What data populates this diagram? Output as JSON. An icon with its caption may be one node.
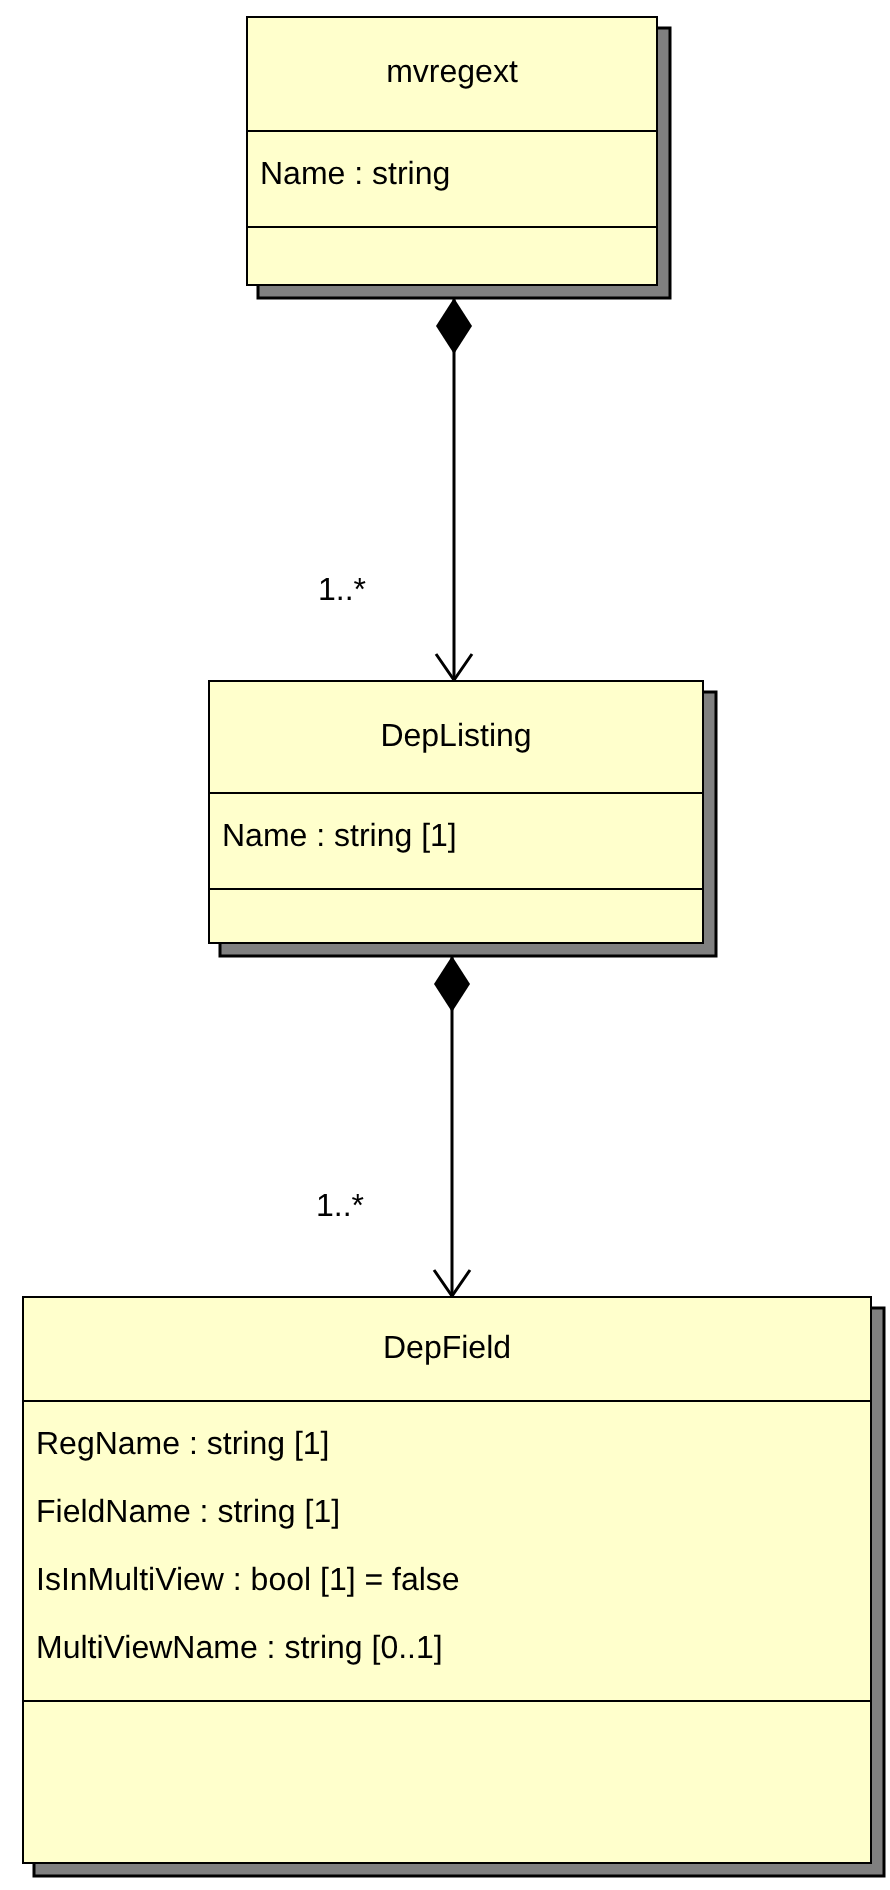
{
  "diagram": {
    "nodes": [
      {
        "text": [
          "mvregext",
          "Name : string"
        ]
      },
      {
        "text": [
          "DepListing",
          "Name : string [1]"
        ]
      },
      {
        "text": [
          "DepField",
          "RegName : string [1]",
          "FieldName : string [1]",
          "IsInMultiView : bool [1] = false",
          "MultiViewName : string [0..1]"
        ]
      }
    ],
    "edges": [
      {
        "from": 0,
        "to": 1,
        "arrow": "to",
        "label": "1..*"
      },
      {
        "from": 1,
        "to": 2,
        "arrow": "to",
        "label": "1..*"
      }
    ]
  }
}
